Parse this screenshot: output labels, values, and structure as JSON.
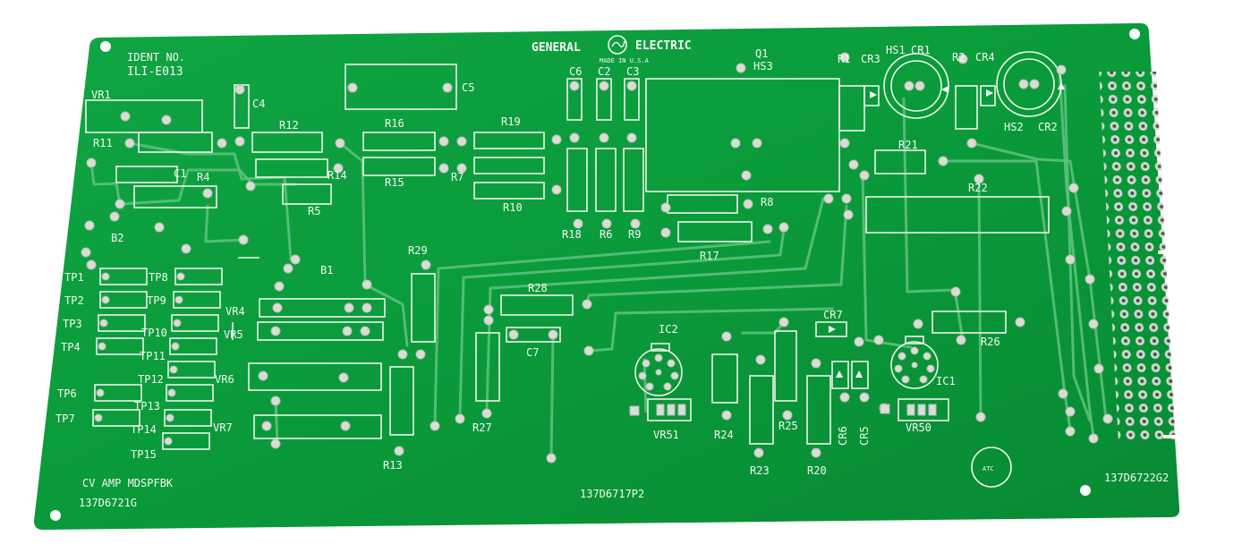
{
  "board": {
    "ident_label": "IDENT NO.",
    "ident_number": "ILI-E013",
    "brand_left": "GENERAL",
    "brand_right": "ELECTRIC",
    "made_in": "MADE IN U.S.A",
    "title": "CV AMP MDSPFBK",
    "part_left": "137D6721G",
    "part_center": "137D6717P2",
    "part_right": "137D6722G2",
    "stamp": "ATC",
    "colors": {
      "substrate": "#0a9a3a",
      "trace": "#5cc07c",
      "silkscreen": "#f4f7f2",
      "pad": "#d9ddd6"
    }
  },
  "labels": [
    "VR1",
    "R11",
    "C1",
    "R4",
    "B2",
    "C4",
    "R12",
    "R14",
    "R5",
    "B1",
    "R16",
    "R15",
    "C5",
    "R19",
    "R7",
    "R10",
    "C6",
    "C2",
    "C3",
    "R18",
    "R6",
    "R9",
    "Q1",
    "HS3",
    "R8",
    "R17",
    "R29",
    "R28",
    "C7",
    "R27",
    "R13",
    "IC2",
    "VR51",
    "R24",
    "R25",
    "R23",
    "R20",
    "CR7",
    "CR6",
    "CR5",
    "IC1",
    "VR50",
    "R1",
    "CR3",
    "HS1",
    "CR1",
    "R2",
    "CR4",
    "HS2",
    "CR2",
    "R21",
    "R22",
    "R26",
    "TP1",
    "TP2",
    "TP3",
    "TP4",
    "TP6",
    "TP7",
    "TP8",
    "TP9",
    "TP10",
    "TP11",
    "TP12",
    "TP13",
    "TP14",
    "TP15",
    "VR4",
    "VR5",
    "VR6",
    "VR7"
  ]
}
